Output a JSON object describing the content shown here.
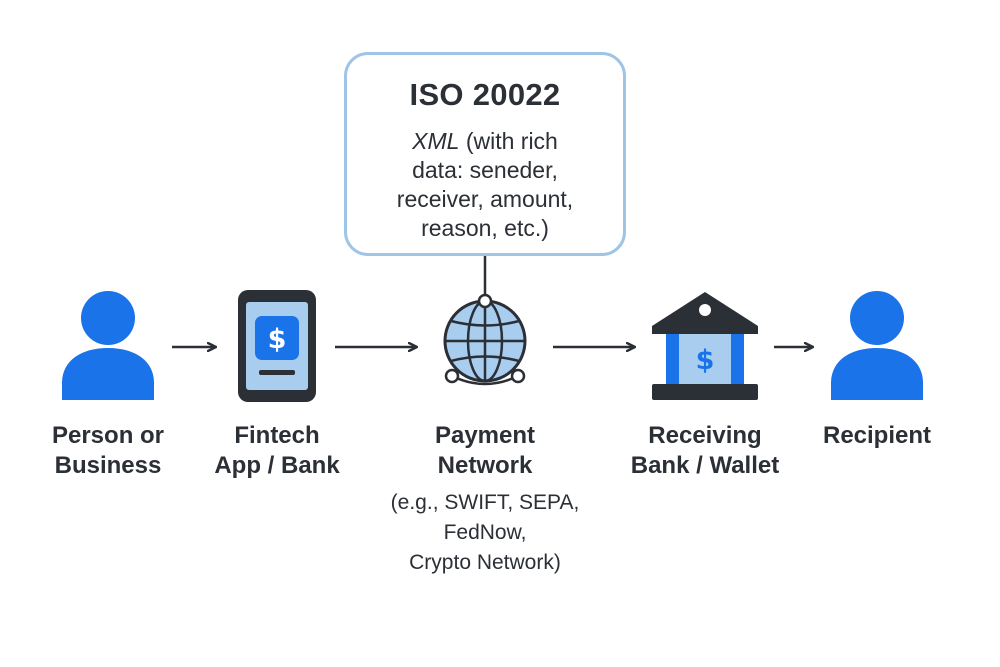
{
  "callout": {
    "title": "ISO 20022",
    "body_lead": "XML",
    "body_rest_1": " (with rich",
    "body_line_2": "data: seneder,",
    "body_line_3": "receiver, amount,",
    "body_line_4": "reason, etc.)"
  },
  "nodes": [
    {
      "id": "person",
      "icon": "person-icon",
      "label_1": "Person or",
      "label_2": "Business"
    },
    {
      "id": "fintech",
      "icon": "smartphone-dollar-icon",
      "label_1": "Fintech",
      "label_2": "App / Bank"
    },
    {
      "id": "network",
      "icon": "globe-network-icon",
      "label_1": "Payment",
      "label_2": "Network",
      "note_1": "(e.g., SWIFT, SEPA,",
      "note_2": "FedNow,",
      "note_3": "Crypto Network)"
    },
    {
      "id": "receiving",
      "icon": "bank-building-icon",
      "label_1": "Receiving",
      "label_2": "Bank / Wallet"
    },
    {
      "id": "recipient",
      "icon": "person-icon",
      "label_1": "Recipient"
    }
  ],
  "icon_glyphs": {
    "dollar": "$"
  },
  "colors": {
    "accent_blue": "#1a73e8",
    "light_blue": "#a8cdef",
    "dark": "#2b2f36",
    "callout_border": "#9ec5e6"
  }
}
